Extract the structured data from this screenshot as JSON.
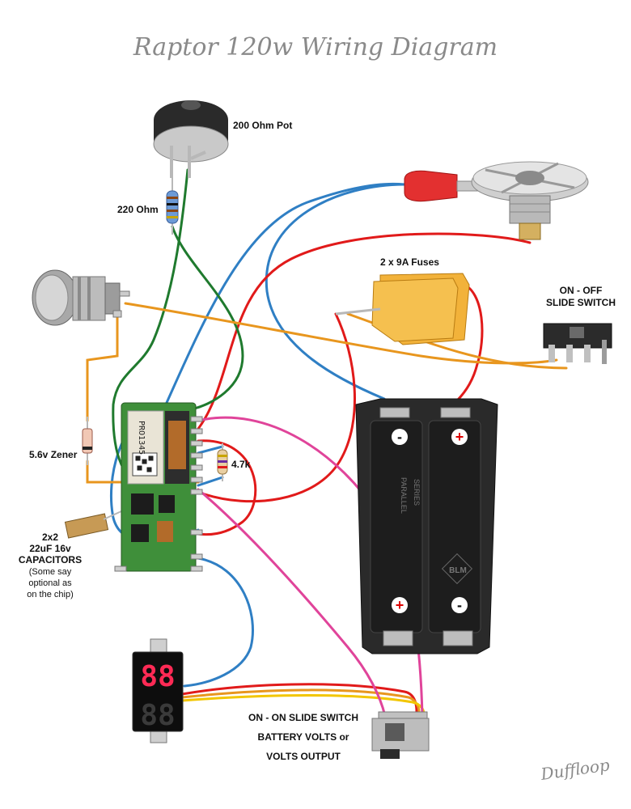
{
  "title": "Raptor 120w Wiring Diagram",
  "signature": "Duffloop",
  "labels": {
    "pot": "200 Ohm Pot",
    "resistor220": "220 Ohm",
    "fuses": "2 x 9A Fuses",
    "onoff_line1": "ON - OFF",
    "onoff_line2": "SLIDE SWITCH",
    "zener": "5.6v Zener",
    "resistor47": "4.7k",
    "caps_line1": "2x2",
    "caps_line2": "22uF 16v",
    "caps_line3": "CAPACITORS",
    "caps_line4": "(Some say",
    "caps_line5": "optional as",
    "caps_line6": "on the chip)",
    "onon_line1": "ON - ON SLIDE SWITCH",
    "onon_line2": "BATTERY VOLTS or",
    "onon_line3": "VOLTS OUTPUT"
  },
  "board_text": "PRO1345",
  "battery_text": {
    "parallel": "PARALLEL",
    "series": "SERIES",
    "brand": "BLM",
    "plus": "+",
    "minus": "-"
  },
  "voltmeter_digits": {
    "top": "88",
    "bottom": "88"
  },
  "colors": {
    "wire_blue": "#2f7fc4",
    "wire_red": "#e11a1a",
    "wire_green": "#1f7a2e",
    "wire_orange": "#e8961e",
    "wire_pink": "#e0449a",
    "wire_yellow": "#f2c600",
    "title_gray": "#8a8a8a",
    "fuse_amber": "#f2b23a",
    "board_green": "#3f8f3a",
    "led_red": "#ff2a55"
  }
}
